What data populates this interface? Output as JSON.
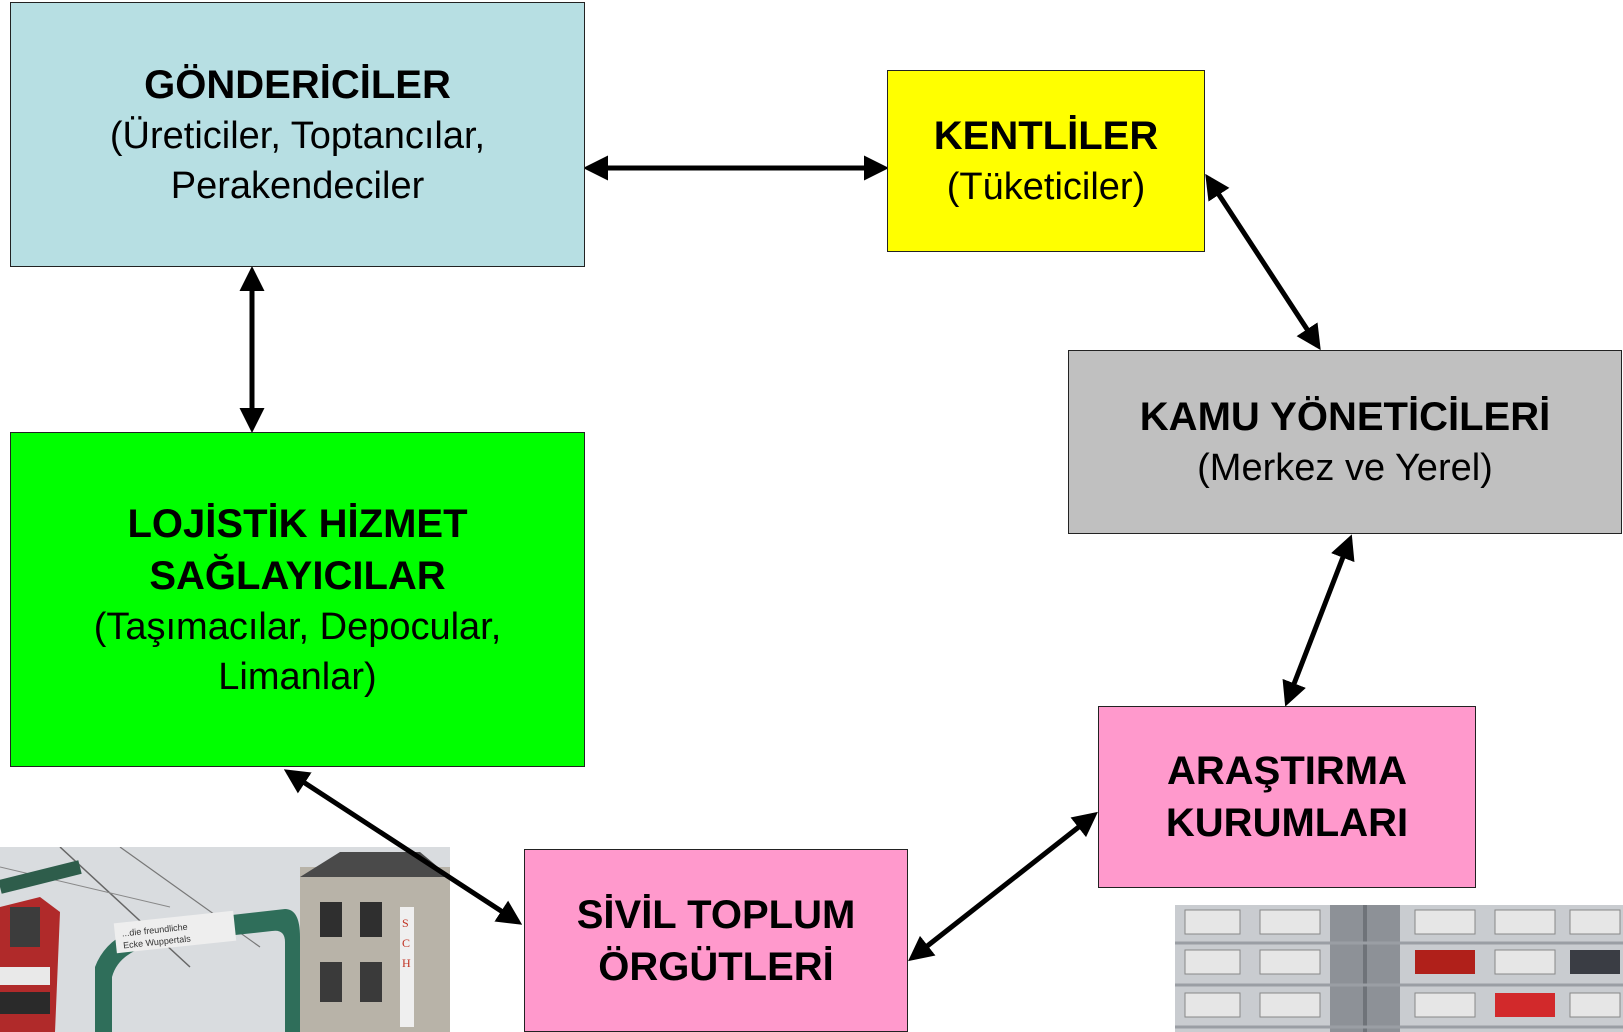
{
  "boxes": {
    "gonderici": {
      "title": "GÖNDERİCİLER",
      "sub1": "(Üreticiler, Toptancılar,",
      "sub2": "Perakendeciler"
    },
    "kentliler": {
      "title": "KENTLİLER",
      "sub": "(Tüketiciler)"
    },
    "kamu": {
      "title": "KAMU YÖNETİCİLERİ",
      "sub": "(Merkez ve Yerel)"
    },
    "lojistik": {
      "title1": "LOJİSTİK HİZMET",
      "title2": "SAĞLAYICILAR",
      "sub1": "(Taşımacılar, Depocular,",
      "sub2": "Limanlar)"
    },
    "arastirma": {
      "title1": "ARAŞTIRMA",
      "title2": "KURUMLARI"
    },
    "sivil": {
      "title1": "SİVİL TOPLUM",
      "title2": "ÖRGÜTLERİ"
    }
  },
  "photos": {
    "left": {
      "sign_line1": "...die freundliche",
      "sign_line2": "Ecke Wuppertals"
    }
  },
  "colors": {
    "gonderici": "#b7dfe3",
    "kentliler": "#ffff00",
    "kamu": "#c0c0c0",
    "lojistik": "#00ff00",
    "arastirma": "#ff99cc",
    "sivil": "#ff99cc",
    "arrow": "#000000"
  }
}
